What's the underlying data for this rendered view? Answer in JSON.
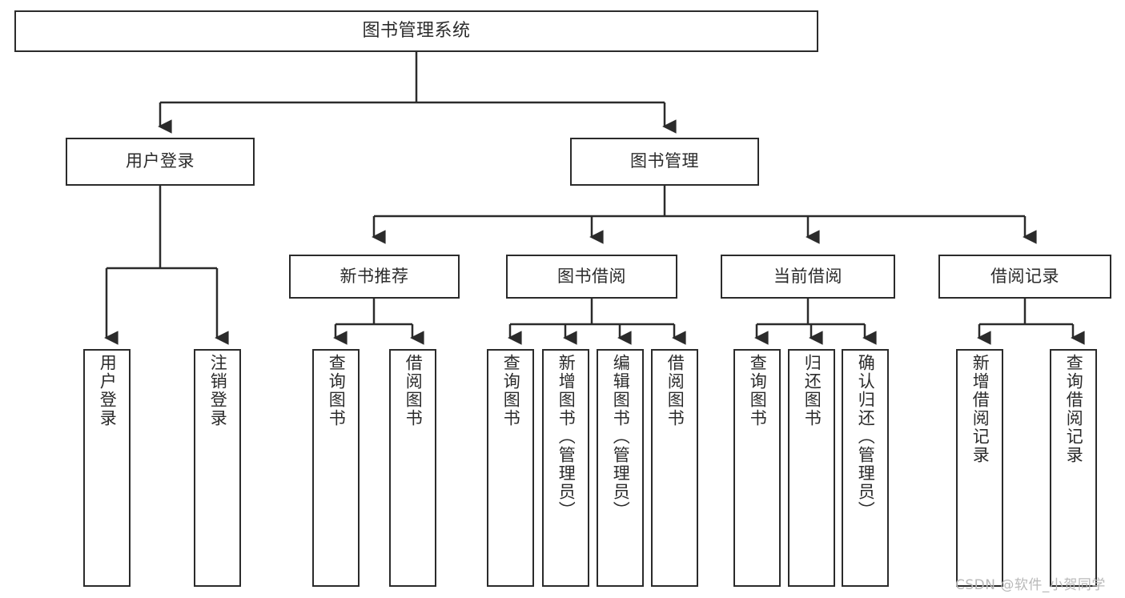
{
  "diagram": {
    "title": "图书管理系统",
    "type": "tree-hierarchy-diagram",
    "colors": {
      "stroke": "#2b2b2b",
      "fill": "#ffffff",
      "background": "#ffffff",
      "watermark": "#b9b9b9"
    },
    "root": {
      "label": "图书管理系统"
    },
    "level2": [
      {
        "label": "用户登录"
      },
      {
        "label": "图书管理"
      }
    ],
    "level3": [
      {
        "label": "新书推荐"
      },
      {
        "label": "图书借阅"
      },
      {
        "label": "当前借阅"
      },
      {
        "label": "借阅记录"
      }
    ],
    "leaves": {
      "user_login": [
        {
          "label": "用户登录"
        },
        {
          "label": "注销登录"
        }
      ],
      "new_book_recommend": [
        {
          "label": "查询图书"
        },
        {
          "label": "借阅图书"
        }
      ],
      "book_borrow": [
        {
          "label": "查询图书"
        },
        {
          "label": "新增图书（管理员）"
        },
        {
          "label": "编辑图书（管理员）"
        },
        {
          "label": "借阅图书"
        }
      ],
      "current_borrow": [
        {
          "label": "查询图书"
        },
        {
          "label": "归还图书"
        },
        {
          "label": "确认归还（管理员）"
        }
      ],
      "borrow_record": [
        {
          "label": "新增借阅记录"
        },
        {
          "label": "查询借阅记录"
        }
      ]
    }
  },
  "watermark": {
    "text": "CSDN @软件_小贺同学"
  }
}
